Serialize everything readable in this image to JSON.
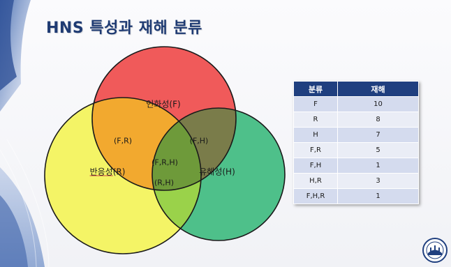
{
  "title": "HNS 특성과 재해 분류",
  "venn": {
    "sets": {
      "F": "인화성(F)",
      "R_prefix": "반응성",
      "R_suffix": "(R)",
      "H": "유해성(H)"
    },
    "intersections": {
      "FR": "(F,R)",
      "FH": "(F,H)",
      "RH": "(R,H)",
      "FRH": "(F,R,H)"
    },
    "colors": {
      "F": "#f05a5a",
      "R": "#f4f466",
      "H": "#4ec08a",
      "FR": "#f2a92f",
      "FH": "#7a7c4a",
      "RH": "#9ad24a",
      "FRH": "#6e9a3a"
    }
  },
  "table": {
    "headers": [
      "분류",
      "재해"
    ],
    "rows": [
      {
        "cls": "F",
        "count": "10"
      },
      {
        "cls": "R",
        "count": "8"
      },
      {
        "cls": "H",
        "count": "7"
      },
      {
        "cls": "F,R",
        "count": "5"
      },
      {
        "cls": "F,H",
        "count": "1"
      },
      {
        "cls": "H,R",
        "count": "3"
      },
      {
        "cls": "F,H,R",
        "count": "1"
      }
    ]
  },
  "logo": {
    "icon": "university-seal-icon",
    "text": "MARITIME UNIVERSITY"
  }
}
